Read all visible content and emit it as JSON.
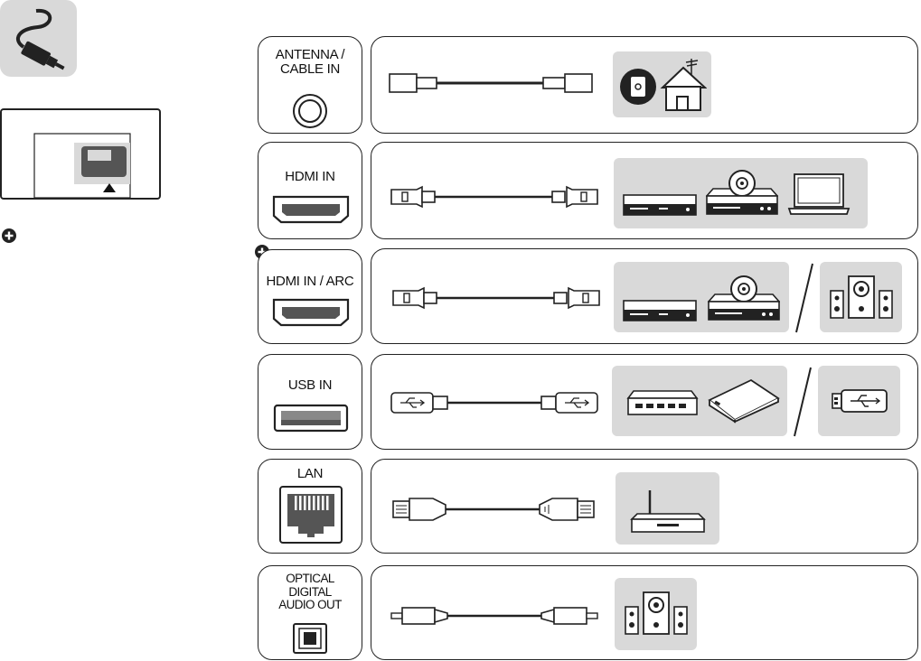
{
  "ports": [
    {
      "id": "antenna",
      "label": "ANTENNA /\nCABLE IN"
    },
    {
      "id": "hdmi",
      "label": "HDMI IN"
    },
    {
      "id": "hdmi-arc",
      "label": "HDMI IN / ARC"
    },
    {
      "id": "usb",
      "label": "USB IN"
    },
    {
      "id": "lan",
      "label": "LAN"
    },
    {
      "id": "optical",
      "label": "OPTICAL\nDIGITAL\nAUDIO OUT"
    }
  ],
  "colors": {
    "panel": "#d9d9d9",
    "stroke": "#222222",
    "dark_fill": "#555555",
    "connector_fill": "#ffffff"
  }
}
